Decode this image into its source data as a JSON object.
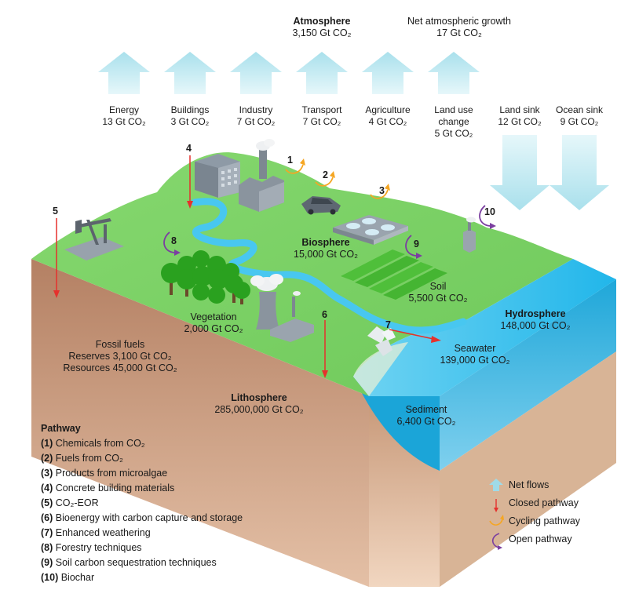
{
  "atmosphere": {
    "title": "Atmosphere",
    "value": "3,150 Gt CO₂"
  },
  "net_growth": {
    "title": "Net atmospheric growth",
    "value": "17 Gt CO₂"
  },
  "flows": [
    {
      "name": "Energy",
      "value": "13 Gt CO₂"
    },
    {
      "name": "Buildings",
      "value": "3 Gt CO₂"
    },
    {
      "name": "Industry",
      "value": "7 Gt CO₂"
    },
    {
      "name": "Transport",
      "value": "7 Gt CO₂"
    },
    {
      "name": "Agriculture",
      "value": "4 Gt CO₂"
    },
    {
      "name": "Land use",
      "name2": "change",
      "value": "5 Gt CO₂"
    },
    {
      "name": "Land sink",
      "value": "12 Gt CO₂"
    },
    {
      "name": "Ocean sink",
      "value": "9 Gt CO₂"
    }
  ],
  "biosphere": {
    "title": "Biosphere",
    "value": "15,000 Gt CO₂"
  },
  "soil": {
    "title": "Soil",
    "value": "5,500 Gt CO₂"
  },
  "vegetation": {
    "title": "Vegetation",
    "value": "2,000 Gt CO₂"
  },
  "hydrosphere": {
    "title": "Hydrosphere",
    "value": "148,000 Gt CO₂"
  },
  "seawater": {
    "title": "Seawater",
    "value": "139,000 Gt CO₂"
  },
  "sediment": {
    "title": "Sediment",
    "value": "6,400 Gt CO₂"
  },
  "fossil": {
    "title": "Fossil fuels",
    "reserves": "Reserves 3,100 Gt CO₂",
    "resources": "Resources 45,000 Gt CO₂"
  },
  "lithosphere": {
    "title": "Lithosphere",
    "value": "285,000,000 Gt CO₂"
  },
  "markers": [
    "1",
    "2",
    "3",
    "4",
    "5",
    "6",
    "7",
    "8",
    "9",
    "10"
  ],
  "pathway": {
    "title": "Pathway",
    "items": [
      {
        "num": "(1)",
        "text": "Chemicals from CO₂"
      },
      {
        "num": "(2)",
        "text": "Fuels from CO₂"
      },
      {
        "num": "(3)",
        "text": "Products from microalgae"
      },
      {
        "num": "(4)",
        "text": "Concrete building materials"
      },
      {
        "num": "(5)",
        "text": "CO₂-EOR"
      },
      {
        "num": "(6)",
        "text": "Bioenergy with carbon capture and storage"
      },
      {
        "num": "(7)",
        "text": "Enhanced weathering"
      },
      {
        "num": "(8)",
        "text": "Forestry techniques"
      },
      {
        "num": "(9)",
        "text": "Soil carbon sequestration techniques"
      },
      {
        "num": "(10)",
        "text": "Biochar"
      }
    ]
  },
  "legend": [
    {
      "label": "Net flows",
      "icon": "net-flow-arrow-icon"
    },
    {
      "label": "Closed pathway",
      "icon": "red-arrow-icon"
    },
    {
      "label": "Cycling pathway",
      "icon": "orange-cycle-icon"
    },
    {
      "label": "Open pathway",
      "icon": "purple-open-icon"
    }
  ],
  "colors": {
    "land_top": "#7dd56a",
    "soil_side": "#c99d82",
    "ocean": "#2fb9e6",
    "arrow": "#b6e6ef",
    "closed": "#e5312d",
    "cycling": "#f5a623",
    "open": "#7b3fa0"
  }
}
